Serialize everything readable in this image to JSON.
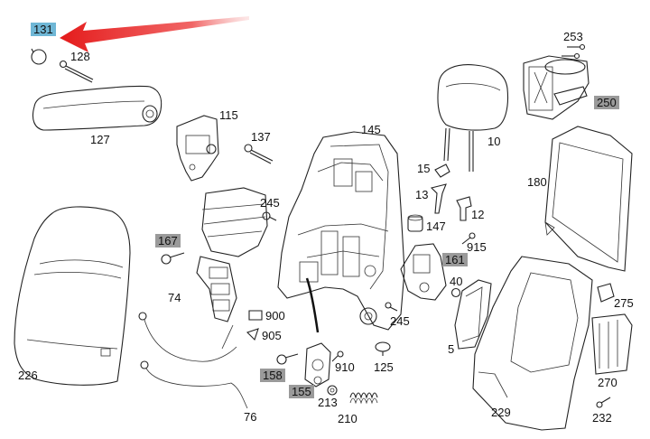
{
  "labels": {
    "p131": "131",
    "p128": "128",
    "p127": "127",
    "p115": "115",
    "p137": "137",
    "p145": "145",
    "p10": "10",
    "p253": "253",
    "p250": "250",
    "p180": "180",
    "p15": "15",
    "p13": "13",
    "p12": "12",
    "p147": "147",
    "p915": "915",
    "p161": "161",
    "p245a": "245",
    "p245b": "245",
    "p167": "167",
    "p74": "74",
    "p900": "900",
    "p905": "905",
    "p226": "226",
    "p76": "76",
    "p158": "158",
    "p910": "910",
    "p125": "125",
    "p155": "155",
    "p213": "213",
    "p210": "210",
    "p40": "40",
    "p5": "5",
    "p275": "275",
    "p270": "270",
    "p229": "229",
    "p232": "232"
  },
  "colors": {
    "highlight_gray": "#9a9a9a",
    "highlight_blue": "#6fb7d6",
    "arrow_red": "#e41b1b"
  }
}
